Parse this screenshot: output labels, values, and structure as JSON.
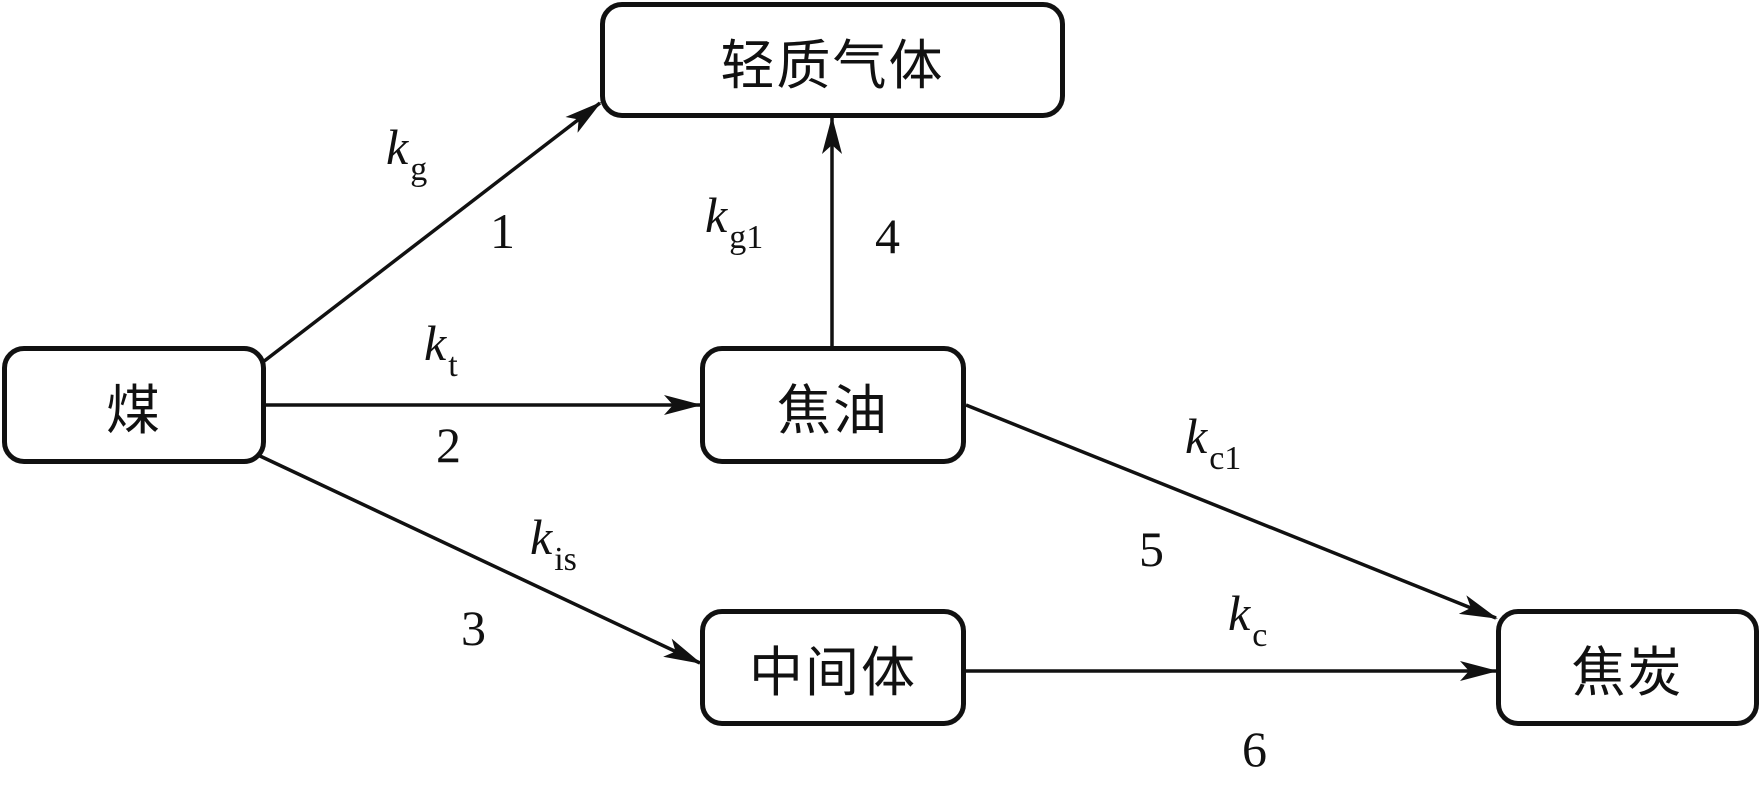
{
  "diagram": {
    "type": "reaction-network",
    "nodes": [
      {
        "id": "light_gas",
        "label": "轻质气体"
      },
      {
        "id": "coal",
        "label": "煤"
      },
      {
        "id": "tar",
        "label": "焦油"
      },
      {
        "id": "intermediate",
        "label": "中间体"
      },
      {
        "id": "coke",
        "label": "焦炭"
      }
    ],
    "edges": [
      {
        "id": 1,
        "from": "coal",
        "to": "light_gas",
        "number": "1",
        "rate_symbol": "k",
        "rate_subscript": "g"
      },
      {
        "id": 2,
        "from": "coal",
        "to": "tar",
        "number": "2",
        "rate_symbol": "k",
        "rate_subscript": "t"
      },
      {
        "id": 3,
        "from": "coal",
        "to": "intermediate",
        "number": "3",
        "rate_symbol": "k",
        "rate_subscript": "is"
      },
      {
        "id": 4,
        "from": "tar",
        "to": "light_gas",
        "number": "4",
        "rate_symbol": "k",
        "rate_subscript": "g1"
      },
      {
        "id": 5,
        "from": "tar",
        "to": "coke",
        "number": "5",
        "rate_symbol": "k",
        "rate_subscript": "c1"
      },
      {
        "id": 6,
        "from": "intermediate",
        "to": "coke",
        "number": "6",
        "rate_symbol": "k",
        "rate_subscript": "c"
      }
    ]
  },
  "colors": {
    "stroke": "#111111",
    "background": "#ffffff"
  }
}
